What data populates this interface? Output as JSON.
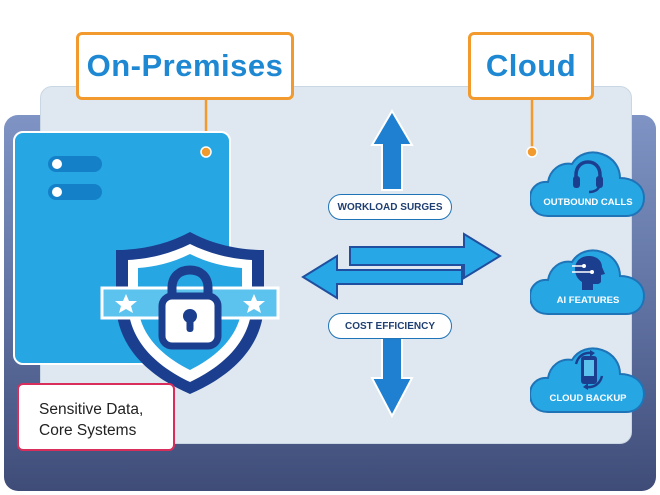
{
  "on_premises": {
    "title": "On-Premises"
  },
  "cloud": {
    "title": "Cloud",
    "services": [
      {
        "label": "OUTBOUND CALLS",
        "icon": "headset-icon"
      },
      {
        "label": "AI FEATURES",
        "icon": "ai-head-icon"
      },
      {
        "label": "CLOUD BACKUP",
        "icon": "backup-sync-icon"
      }
    ]
  },
  "flows": {
    "workload_surges": "WORKLOAD SURGES",
    "cost_efficiency": "COST EFFICIENCY"
  },
  "sensitive": {
    "line1": "Sensitive Data,",
    "line2": "Core Systems"
  },
  "colors": {
    "accent_blue": "#1e88d3",
    "orange": "#f29a2e",
    "crimson": "#d92d5c",
    "server_blue": "#27a6e4",
    "shield_navy": "#1b3f8e"
  }
}
